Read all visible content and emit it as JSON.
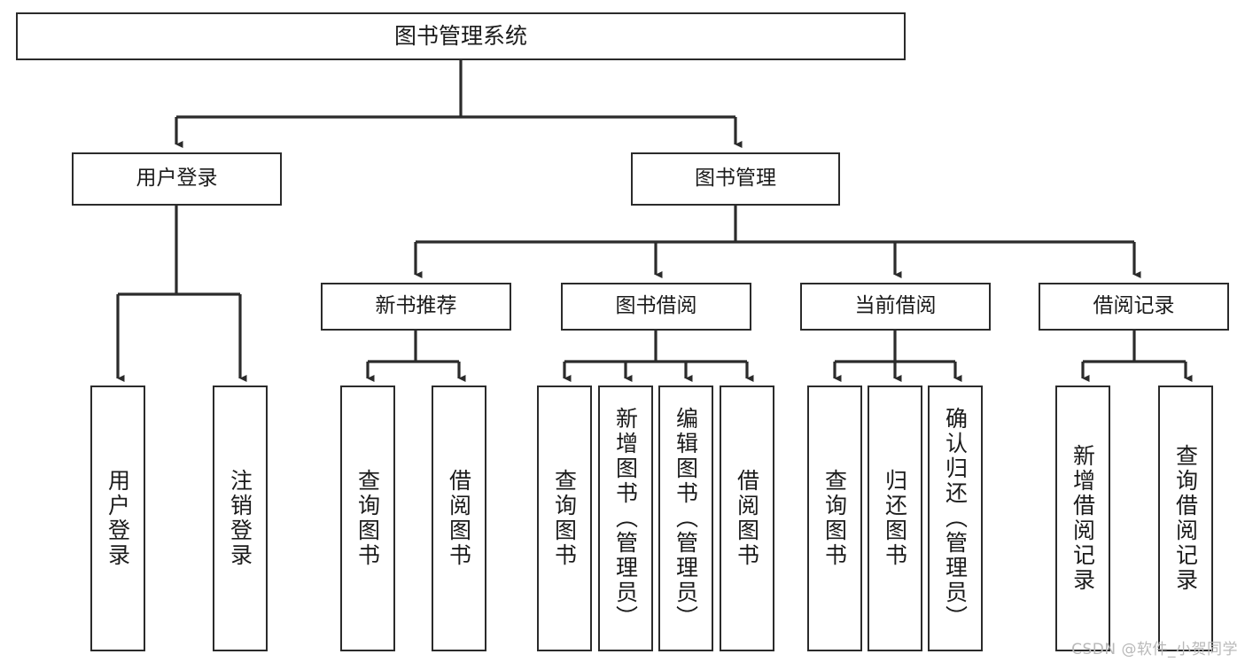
{
  "diagram": {
    "type": "tree-hierarchy",
    "title": "图书管理系统",
    "watermark": "CSDN @软件_小贺同学",
    "colors": {
      "stroke": "#2b2b2b",
      "fill": "#ffffff",
      "text": "#1b1b1b",
      "watermark": "#b9b9b9"
    },
    "root": {
      "id": "root",
      "label": "图书管理系统",
      "level": 0
    },
    "level1": [
      {
        "id": "user-login",
        "label": "用户登录",
        "level": 1
      },
      {
        "id": "book-manage",
        "label": "图书管理",
        "level": 1
      }
    ],
    "level2": [
      {
        "id": "new-book-rec",
        "label": "新书推荐",
        "level": 2,
        "parent": "book-manage"
      },
      {
        "id": "book-borrow",
        "label": "图书借阅",
        "level": 2,
        "parent": "book-manage"
      },
      {
        "id": "current-borrow",
        "label": "当前借阅",
        "level": 2,
        "parent": "book-manage"
      },
      {
        "id": "borrow-record",
        "label": "借阅记录",
        "level": 2,
        "parent": "book-manage"
      }
    ],
    "leaves": [
      {
        "id": "leaf-user-login",
        "label": "用户登录",
        "parent": "user-login"
      },
      {
        "id": "leaf-logout",
        "label": "注销登录",
        "parent": "user-login"
      },
      {
        "id": "leaf-query-book-1",
        "label": "查询图书",
        "parent": "new-book-rec"
      },
      {
        "id": "leaf-borrow-book-1",
        "label": "借阅图书",
        "parent": "new-book-rec"
      },
      {
        "id": "leaf-query-book-2",
        "label": "查询图书",
        "parent": "book-borrow"
      },
      {
        "id": "leaf-add-book",
        "label": "新增图书（管理员）",
        "parent": "book-borrow"
      },
      {
        "id": "leaf-edit-book",
        "label": "编辑图书（管理员）",
        "parent": "book-borrow"
      },
      {
        "id": "leaf-borrow-book-2",
        "label": "借阅图书",
        "parent": "book-borrow"
      },
      {
        "id": "leaf-query-book-3",
        "label": "查询图书",
        "parent": "current-borrow"
      },
      {
        "id": "leaf-return-book",
        "label": "归还图书",
        "parent": "current-borrow"
      },
      {
        "id": "leaf-confirm-return",
        "label": "确认归还（管理员）",
        "parent": "current-borrow"
      },
      {
        "id": "leaf-add-record",
        "label": "新增借阅记录",
        "parent": "borrow-record"
      },
      {
        "id": "leaf-query-record",
        "label": "查询借阅记录",
        "parent": "borrow-record"
      }
    ]
  }
}
